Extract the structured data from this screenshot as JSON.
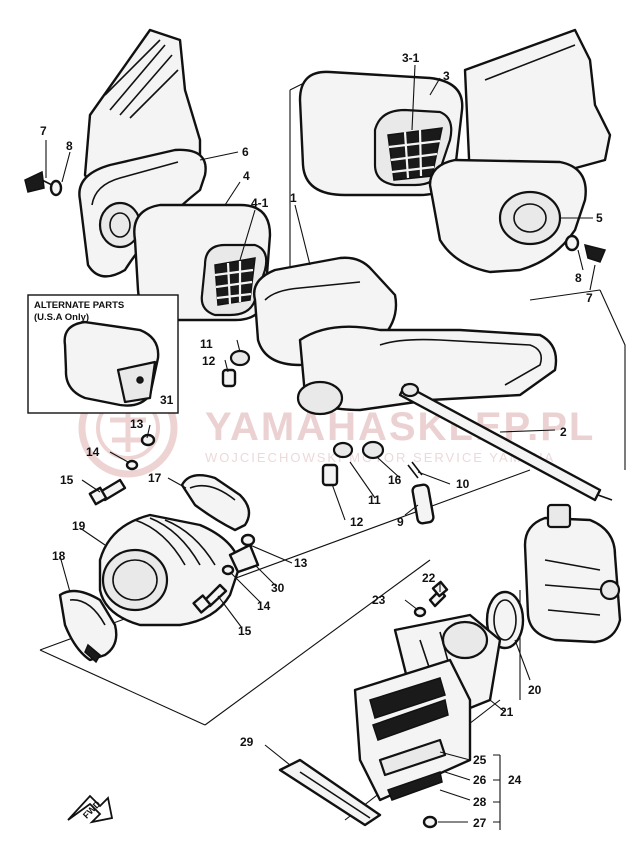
{
  "watermark": {
    "brand": "YAMAHASKLEP.PL",
    "sub": "WOJCIECHOWSKI MOTOR SERVICE YAMAHA"
  },
  "alternate_parts": {
    "title": "ALTERNATE PARTS",
    "subtitle": "(U.S.A Only)"
  },
  "fwd_label": "FWD",
  "callouts": {
    "c1": "1",
    "c2": "2",
    "c3": "3",
    "c3_1": "3-1",
    "c4": "4",
    "c4_1": "4-1",
    "c5": "5",
    "c6": "6",
    "c7a": "7",
    "c7b": "7",
    "c8a": "8",
    "c8b": "8",
    "c9": "9",
    "c10": "10",
    "c11a": "11",
    "c11b": "11",
    "c12a": "12",
    "c12b": "12",
    "c13a": "13",
    "c13b": "13",
    "c14a": "14",
    "c14b": "14",
    "c15a": "15",
    "c15b": "15",
    "c16": "16",
    "c17": "17",
    "c18": "18",
    "c19": "19",
    "c20": "20",
    "c21": "21",
    "c22": "22",
    "c23": "23",
    "c24": "24",
    "c25": "25",
    "c26": "26",
    "c27": "27",
    "c28": "28",
    "c29": "29",
    "c30": "30",
    "c31": "31"
  },
  "colors": {
    "ink": "#111111",
    "paper": "#ffffff",
    "watermark": "#e8c9c9"
  }
}
